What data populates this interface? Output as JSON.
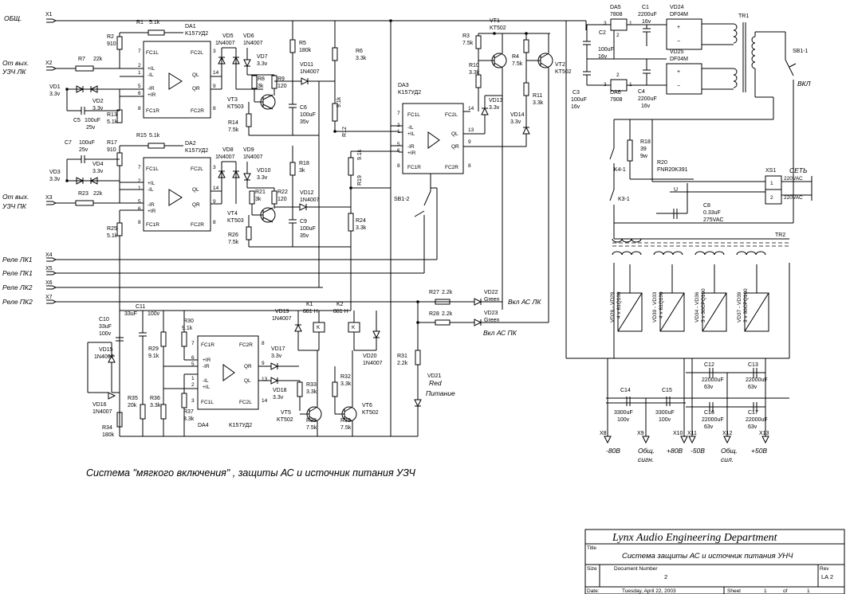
{
  "caption": "Система \"мягкого включения\" , защиты АС и источник питания УЗЧ",
  "title_block": {
    "company": "Lynx Audio Engineering Department",
    "title_label": "Title",
    "title": "Система защиты АС и источник питания УНЧ",
    "size_label": "Size",
    "docnum_label": "Document Number",
    "docnum": "2",
    "rev_label": "Rev",
    "rev": "LA 2",
    "date_label": "Date:",
    "date": "Tuesday, April 22, 2003",
    "sheet_label": "Sheet",
    "sheet": "1",
    "of_label": "of",
    "of": "1"
  },
  "connectors": [
    {
      "ref": "X1",
      "label": "ОБЩ."
    },
    {
      "ref": "X2",
      "label": "От вых.\nУЗЧ ЛК"
    },
    {
      "ref": "X3",
      "label": "От вых.\nУЗЧ ПК"
    },
    {
      "ref": "X4",
      "label": "Реле ЛК1"
    },
    {
      "ref": "X5",
      "label": "Реле ПК1"
    },
    {
      "ref": "X6",
      "label": "Реле ЛК2"
    },
    {
      "ref": "X7",
      "label": "Реле ПК2"
    }
  ],
  "outputs": [
    {
      "ref": "X8",
      "label": "-80В"
    },
    {
      "ref": "X9",
      "label": "Общ.\nсигн."
    },
    {
      "ref": "X10",
      "label": "+80В"
    },
    {
      "ref": "X11",
      "label": "-50В"
    },
    {
      "ref": "X12",
      "label": "Общ.\nсил."
    },
    {
      "ref": "X13",
      "label": "+50В"
    }
  ],
  "ics": [
    {
      "ref": "DA1",
      "part": "K157УД2"
    },
    {
      "ref": "DA2",
      "part": "K157УД2"
    },
    {
      "ref": "DA3",
      "part": "K157УД2"
    },
    {
      "ref": "DA4",
      "part": "K157УД2"
    },
    {
      "ref": "DA5",
      "part": "7808"
    },
    {
      "ref": "DA6",
      "part": "7908"
    }
  ],
  "labels": {
    "svc": "ВКЛ",
    "net": "СЕТЬ",
    "ac1": "220VAC",
    "ac2": "220VAC",
    "tr1": "TR1",
    "tr2": "TR2",
    "sb1_1": "SB1-1",
    "sb1_2": "SB1-2",
    "xs1": "XS1",
    "led_l": "Вкл АС ЛК",
    "led_r": "Вкл АС ПК",
    "power": "Питание",
    "red": "Red"
  }
}
